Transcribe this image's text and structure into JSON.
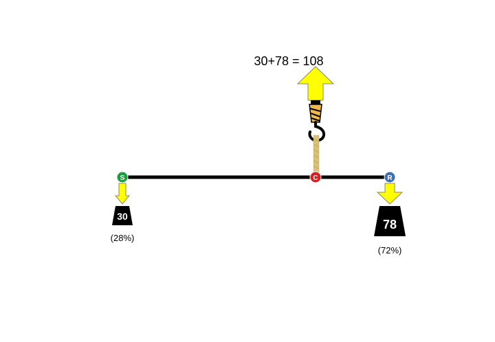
{
  "equation": "30+78 = 108",
  "points": {
    "s": {
      "letter": "S",
      "color": "#1a9e3f"
    },
    "c": {
      "letter": "C",
      "color": "#d81e1e"
    },
    "r": {
      "letter": "R",
      "color": "#3f6fb5"
    }
  },
  "loads": {
    "left": {
      "weight": "30",
      "percent": "(28%)"
    },
    "right": {
      "weight": "78",
      "percent": "(72%)"
    }
  },
  "colors": {
    "arrow_fill": "#ffff00",
    "arrow_stroke": "#8a8a6a",
    "beam": "#000000",
    "rope": "#d9c27a",
    "weight": "#000000"
  }
}
